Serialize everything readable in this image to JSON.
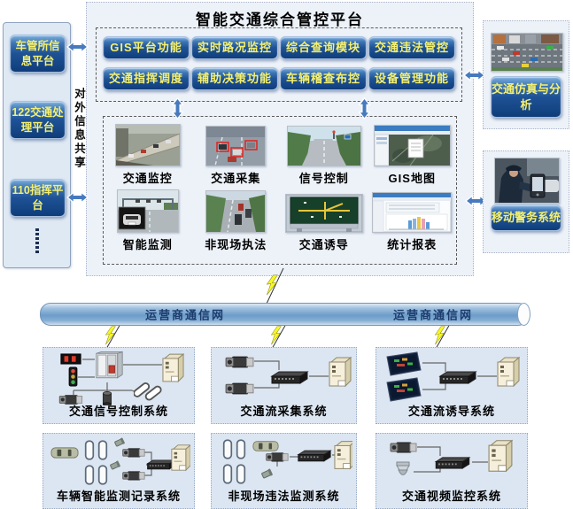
{
  "platform": {
    "title": "智能交通综合管控平台",
    "functions": [
      "GIS平台功能",
      "实时路况监控",
      "综合查询模块",
      "交通违法管控",
      "交通指挥调度",
      "辅助决策功能",
      "车辆稽查布控",
      "设备管理功能"
    ],
    "subsystems": [
      "交通监控",
      "交通采集",
      "信号控制",
      "GIS地图",
      "智能监测",
      "非现场执法",
      "交通诱导",
      "统计报表"
    ]
  },
  "sidebar": {
    "items": [
      "车管所信息平台",
      "122交通处理平台",
      "110指挥平台"
    ],
    "share_label": "对外信息共享"
  },
  "right_panels": {
    "simulation_label": "交通仿真与分析",
    "mobile_label": "移动警务系统"
  },
  "network": {
    "left_label": "运营商通信网",
    "right_label": "运营商通信网"
  },
  "field_systems": [
    "交通信号控制系统",
    "交通流采集系统",
    "交通流诱导系统",
    "车辆智能监测记录系统",
    "非现场违法监测系统",
    "交通视频监控系统"
  ],
  "colors": {
    "button_blue": "#1e5296",
    "button_text": "#f5f06e",
    "pipe_blue": "#6d9cc9",
    "bolt_yellow": "#f8f821",
    "arrow_blue": "#4679bd"
  }
}
